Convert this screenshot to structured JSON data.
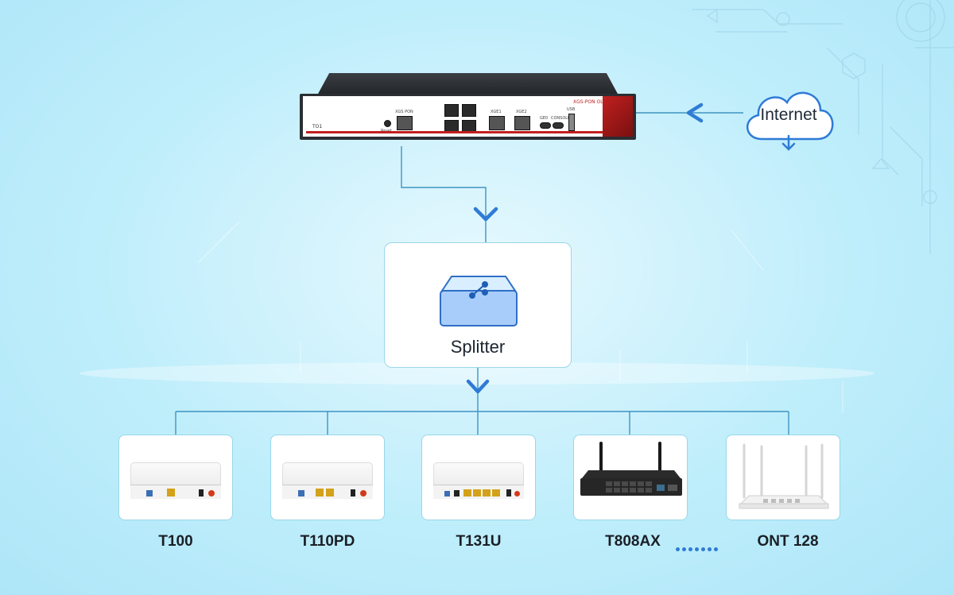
{
  "internet": {
    "label": "Internet"
  },
  "olt": {
    "model_text": "XGS-PON OLT",
    "ports": [
      "XGS PON",
      "XGE1",
      "XGE2",
      "GE0",
      "CONSOLE",
      "USB"
    ],
    "logo_text": "TO1",
    "reset_text": "Reset"
  },
  "splitter": {
    "label": "Splitter"
  },
  "devices": [
    {
      "name": "T100",
      "kind": "ont-1port"
    },
    {
      "name": "T110PD",
      "kind": "ont-2port"
    },
    {
      "name": "T131U",
      "kind": "ont-4port"
    },
    {
      "name": "T808AX",
      "kind": "switch"
    },
    {
      "name": "ONT 128",
      "kind": "router"
    }
  ],
  "colors": {
    "line": "#3f93c2",
    "arrow": "#2f7bd6",
    "olt_red": "#c0201f",
    "card_border": "#9ad7ea"
  }
}
